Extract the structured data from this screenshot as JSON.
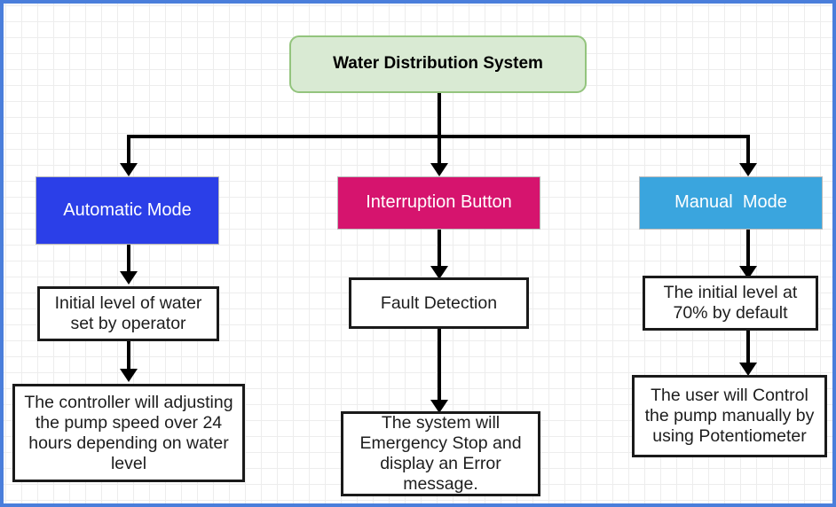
{
  "diagram": {
    "title": "Water Distribution System flowchart",
    "canvas": {
      "border_color": "#4a7edb",
      "grid_minor_color": "#ededed",
      "grid_major_color": "#dcdcdc",
      "background": "#ffffff"
    },
    "nodes": {
      "root": {
        "label": "Water Distribution System",
        "fill": "#d9ead3",
        "stroke": "#93c47d",
        "text_color": "#000000"
      },
      "automatic_mode": {
        "label": "Automatic Mode",
        "fill": "#2b3fe8",
        "text_color": "#ffffff"
      },
      "interruption_button": {
        "label": "Interruption Button",
        "fill": "#d6146e",
        "text_color": "#ffffff"
      },
      "manual_mode": {
        "label": "Manual  Mode",
        "fill": "#3aa5de",
        "text_color": "#ffffff"
      },
      "auto_step_1": {
        "label": "Initial level of water\nset by operator",
        "fill": "#ffffff",
        "text_color": "#1d1d1d"
      },
      "auto_step_2": {
        "label": "The controller will adjusting\nthe pump speed over 24\nhours depending on water\nlevel",
        "fill": "#ffffff",
        "text_color": "#1d1d1d"
      },
      "fault_detection": {
        "label": "Fault Detection",
        "fill": "#ffffff",
        "text_color": "#1d1d1d"
      },
      "emergency_stop": {
        "label": "The system will\nEmergency Stop and\ndisplay an Error\nmessage.",
        "fill": "#ffffff",
        "text_color": "#1d1d1d"
      },
      "manual_step_1": {
        "label": "The initial level at\n70% by default",
        "fill": "#ffffff",
        "text_color": "#1d1d1d"
      },
      "manual_step_2": {
        "label": "The user will Control\nthe pump manually by\nusing Potentiometer",
        "fill": "#ffffff",
        "text_color": "#1d1d1d"
      }
    },
    "edges": [
      {
        "from": "root",
        "to": "automatic_mode",
        "style": "elbow-arrow"
      },
      {
        "from": "root",
        "to": "interruption_button",
        "style": "straight-arrow"
      },
      {
        "from": "root",
        "to": "manual_mode",
        "style": "elbow-arrow"
      },
      {
        "from": "automatic_mode",
        "to": "auto_step_1",
        "style": "straight-arrow"
      },
      {
        "from": "auto_step_1",
        "to": "auto_step_2",
        "style": "straight-arrow"
      },
      {
        "from": "interruption_button",
        "to": "fault_detection",
        "style": "straight-arrow"
      },
      {
        "from": "fault_detection",
        "to": "emergency_stop",
        "style": "straight-arrow"
      },
      {
        "from": "manual_mode",
        "to": "manual_step_1",
        "style": "straight-arrow"
      },
      {
        "from": "manual_step_1",
        "to": "manual_step_2",
        "style": "straight-arrow"
      }
    ]
  }
}
